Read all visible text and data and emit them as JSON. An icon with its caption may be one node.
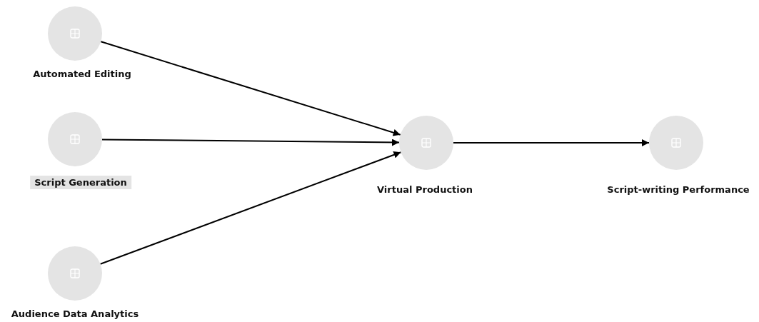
{
  "diagram": {
    "nodes": [
      {
        "text": [
          "Automated Editing"
        ]
      },
      {
        "text": [
          "Script Generation"
        ]
      },
      {
        "text": [
          "Audience Data Analytics"
        ]
      },
      {
        "text": [
          "Virtual Production"
        ]
      },
      {
        "text": [
          "Script-writing Performance"
        ]
      }
    ],
    "edges": [
      {
        "from": 0,
        "to": 3,
        "arrow": "to"
      },
      {
        "from": 1,
        "to": 3,
        "arrow": "to"
      },
      {
        "from": 2,
        "to": 3,
        "arrow": "to"
      },
      {
        "from": 3,
        "to": 4,
        "arrow": "to"
      }
    ]
  }
}
